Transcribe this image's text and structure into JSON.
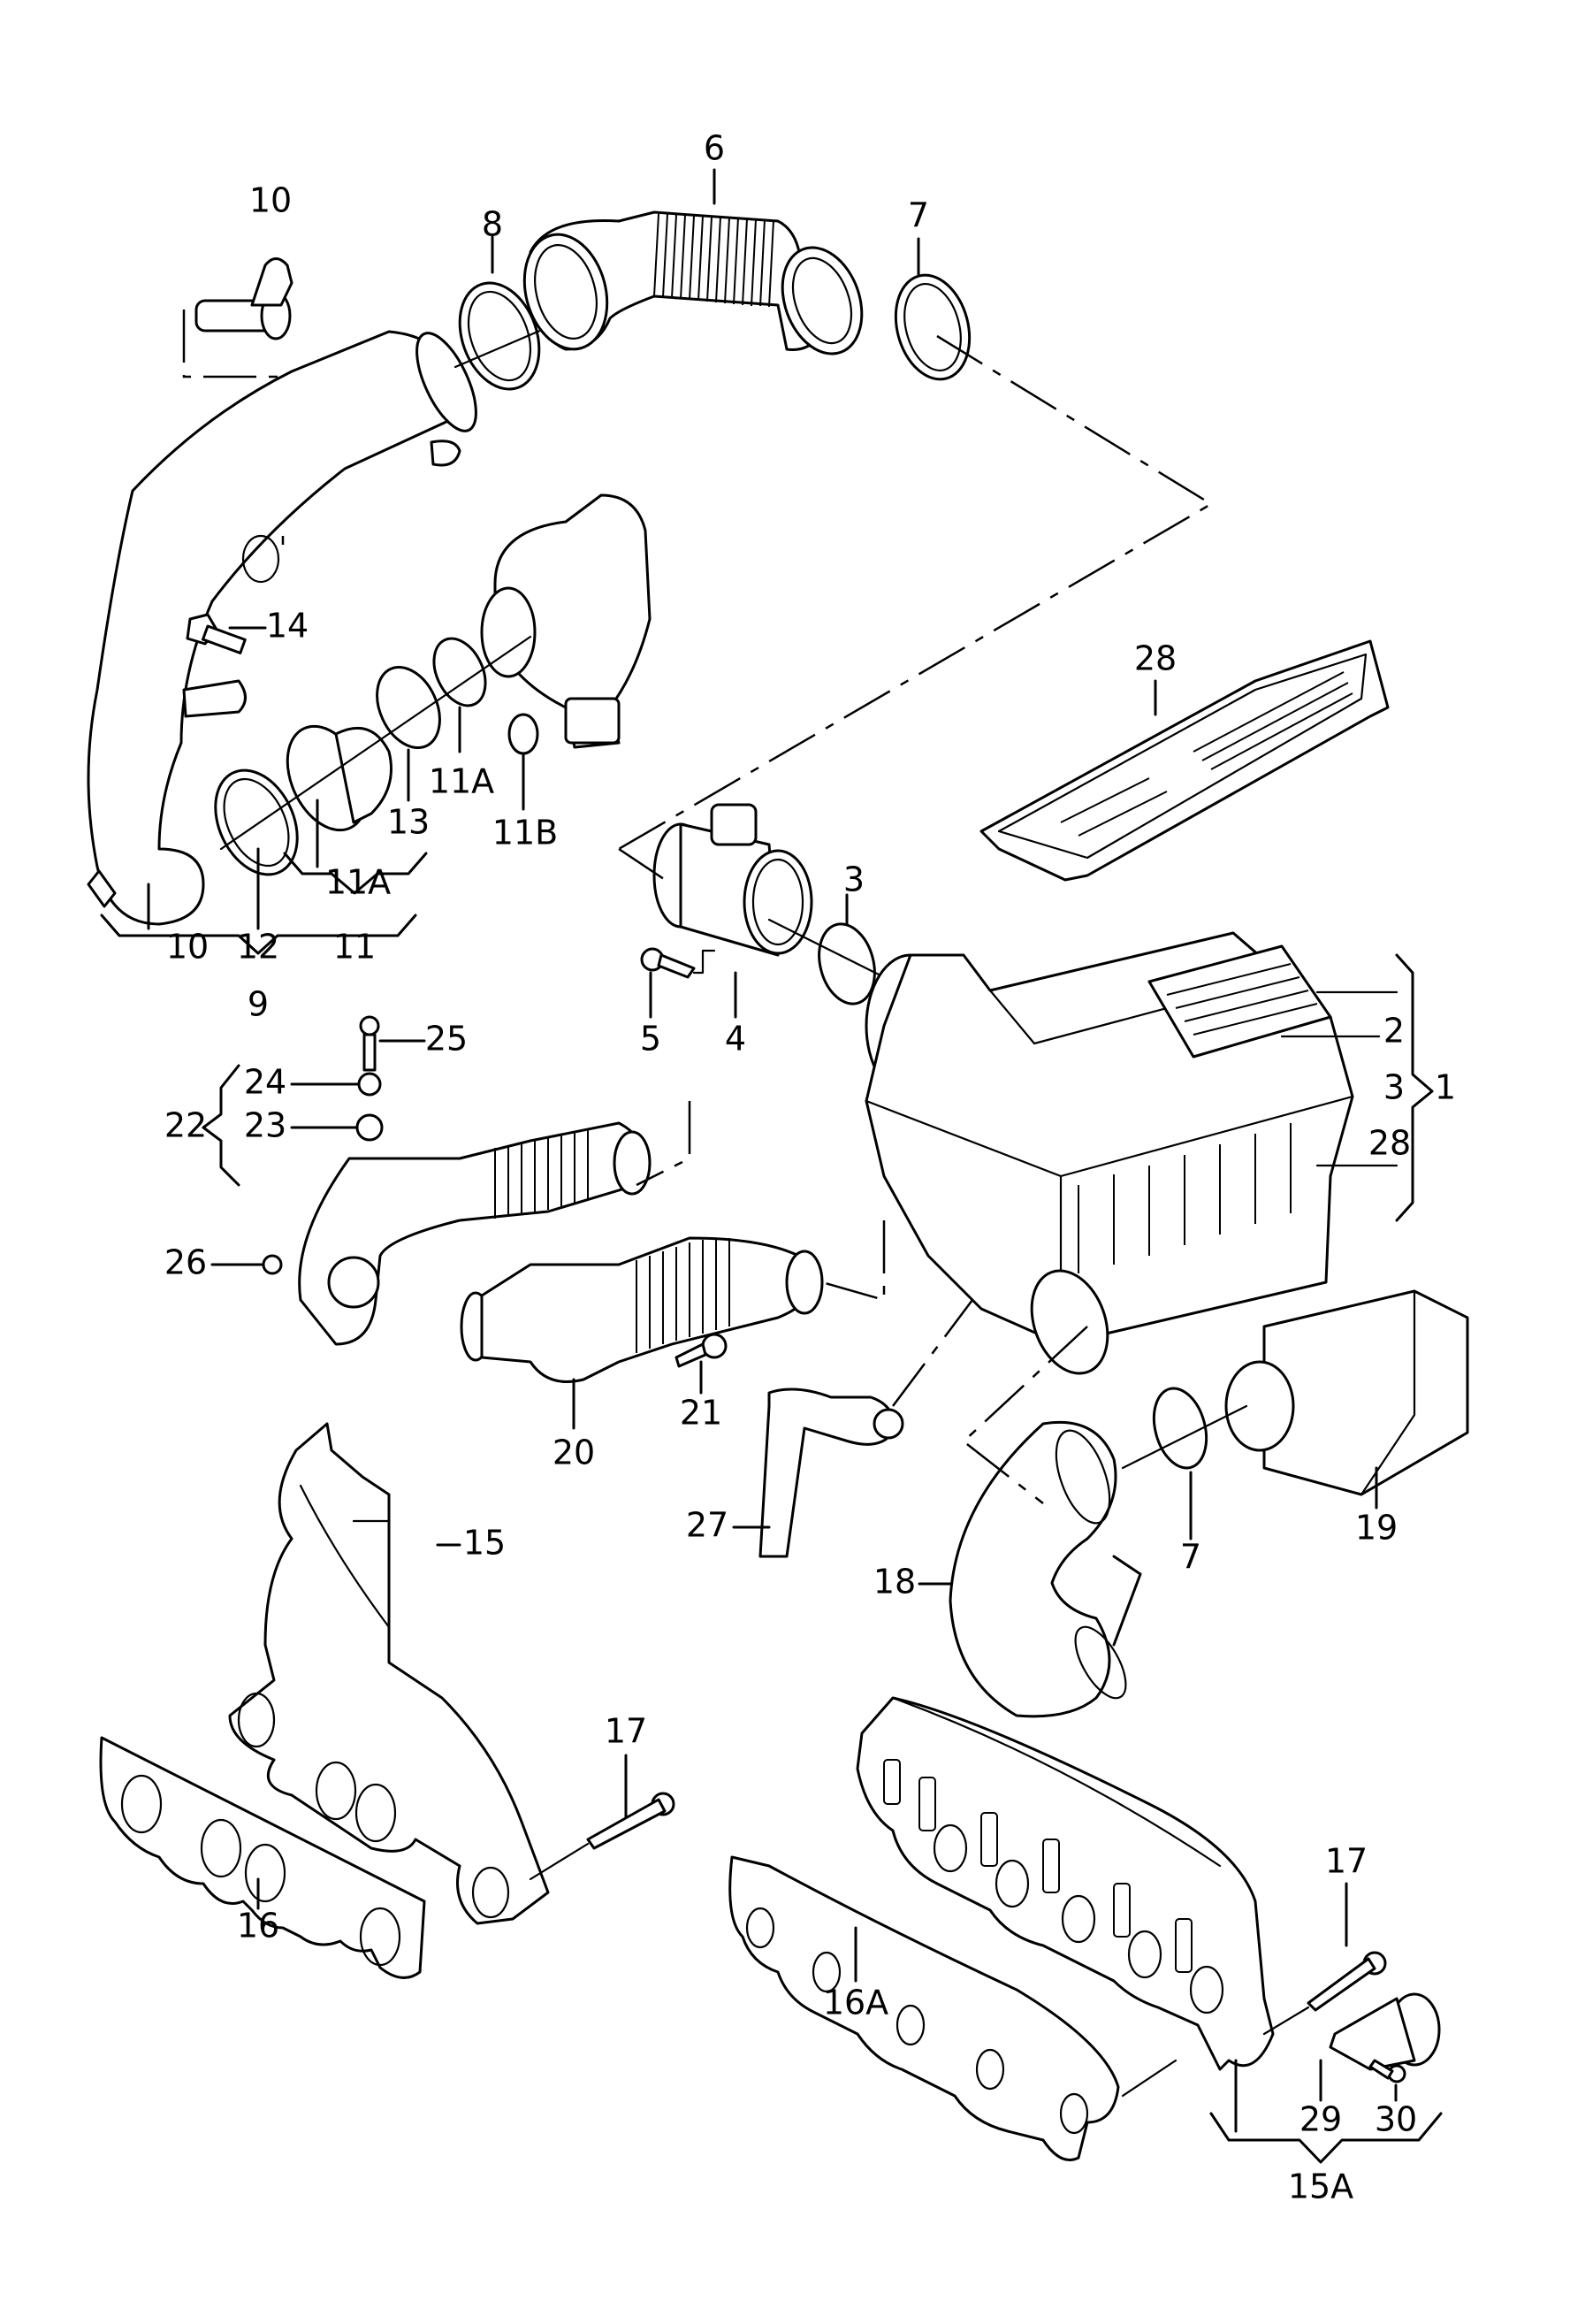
{
  "diagram": {
    "type": "exploded-parts-diagram",
    "subject": "Intake air system: air filter housing, air intake hoses, turbo connection, intake & exhaust manifolds",
    "callouts": [
      {
        "id": "c10a",
        "label": "10"
      },
      {
        "id": "c8",
        "label": "8"
      },
      {
        "id": "c6",
        "label": "6"
      },
      {
        "id": "c7a",
        "label": "7"
      },
      {
        "id": "c14",
        "label": "14"
      },
      {
        "id": "c11Aa",
        "label": "11A"
      },
      {
        "id": "c13",
        "label": "13"
      },
      {
        "id": "c11B",
        "label": "11B"
      },
      {
        "id": "c11Ab",
        "label": "11A"
      },
      {
        "id": "c10b",
        "label": "10"
      },
      {
        "id": "c12",
        "label": "12"
      },
      {
        "id": "c11",
        "label": "11"
      },
      {
        "id": "c9",
        "label": "9"
      },
      {
        "id": "c28a",
        "label": "28"
      },
      {
        "id": "c3a",
        "label": "3"
      },
      {
        "id": "c5",
        "label": "5"
      },
      {
        "id": "c4",
        "label": "4"
      },
      {
        "id": "c2",
        "label": "2"
      },
      {
        "id": "c3b",
        "label": "3"
      },
      {
        "id": "c1",
        "label": "1"
      },
      {
        "id": "c28b",
        "label": "28"
      },
      {
        "id": "c25",
        "label": "25"
      },
      {
        "id": "c24",
        "label": "24"
      },
      {
        "id": "c23",
        "label": "23"
      },
      {
        "id": "c22",
        "label": "22"
      },
      {
        "id": "c26",
        "label": "26"
      },
      {
        "id": "c21",
        "label": "21"
      },
      {
        "id": "c20",
        "label": "20"
      },
      {
        "id": "c27",
        "label": "27"
      },
      {
        "id": "c19",
        "label": "19"
      },
      {
        "id": "c7b",
        "label": "7"
      },
      {
        "id": "c18",
        "label": "18"
      },
      {
        "id": "c15",
        "label": "15"
      },
      {
        "id": "c17a",
        "label": "17"
      },
      {
        "id": "c16",
        "label": "16"
      },
      {
        "id": "c17b",
        "label": "17"
      },
      {
        "id": "c16A",
        "label": "16A"
      },
      {
        "id": "c29",
        "label": "29"
      },
      {
        "id": "c30",
        "label": "30"
      },
      {
        "id": "c15A",
        "label": "15A"
      }
    ],
    "groups": [
      {
        "parent": "1",
        "children": [
          "2",
          "3",
          "28"
        ]
      },
      {
        "parent": "9",
        "children": [
          "10",
          "12",
          "11"
        ]
      },
      {
        "parent": "11",
        "children": [
          "11A"
        ]
      },
      {
        "parent": "22",
        "children": [
          "23",
          "24",
          "25"
        ]
      },
      {
        "parent": "15A",
        "children": [
          "29",
          "30"
        ]
      }
    ]
  }
}
